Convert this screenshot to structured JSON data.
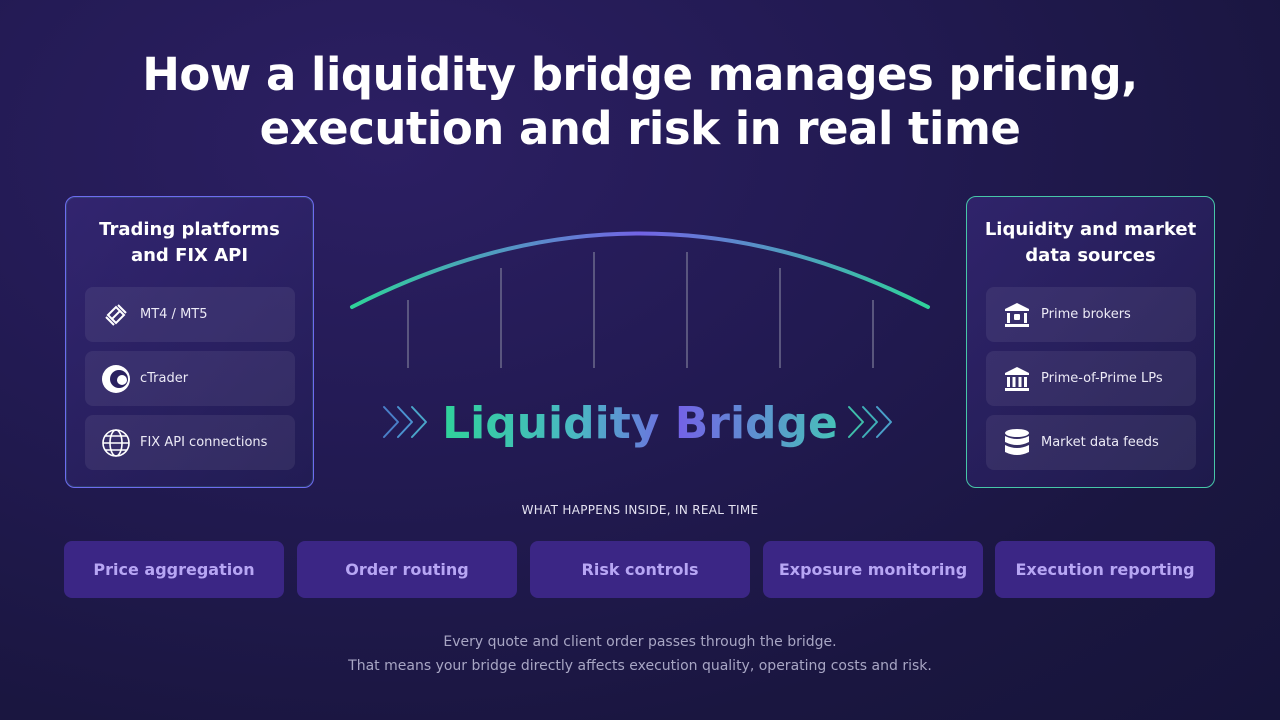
{
  "title": {
    "line1": "How a liquidity bridge manages pricing,",
    "line2": "execution and risk in real time"
  },
  "left_panel": {
    "title_line1": "Trading platforms",
    "title_line2": "and FIX API",
    "items": [
      {
        "label": "MT4 / MT5",
        "icon": "chain-link-icon"
      },
      {
        "label": "cTrader",
        "icon": "ctrader-logo-icon"
      },
      {
        "label": "FIX API connections",
        "icon": "globe-icon"
      }
    ]
  },
  "right_panel": {
    "title_line1": "Liquidity and market",
    "title_line2": "data sources",
    "items": [
      {
        "label": "Prime brokers",
        "icon": "bank-icon"
      },
      {
        "label": "Prime-of-Prime LPs",
        "icon": "bank-icon"
      },
      {
        "label": "Market data feeds",
        "icon": "database-icon"
      }
    ]
  },
  "bridge": {
    "label": "Liquidity Bridge"
  },
  "process": {
    "caption": "WHAT HAPPENS INSIDE, IN REAL TIME",
    "steps": [
      "Price aggregation",
      "Order routing",
      "Risk controls",
      "Exposure monitoring",
      "Execution reporting"
    ]
  },
  "footer": {
    "line1": "Every quote and client order passes through the bridge.",
    "line2": "That means your bridge directly affects execution quality, operating costs and risk."
  },
  "colors": {
    "background": "#1f1a4d",
    "accent_green": "#2fd39a",
    "accent_purple": "#7363e6",
    "process_bg": "#3b2685",
    "process_text": "#b7a6f4"
  }
}
